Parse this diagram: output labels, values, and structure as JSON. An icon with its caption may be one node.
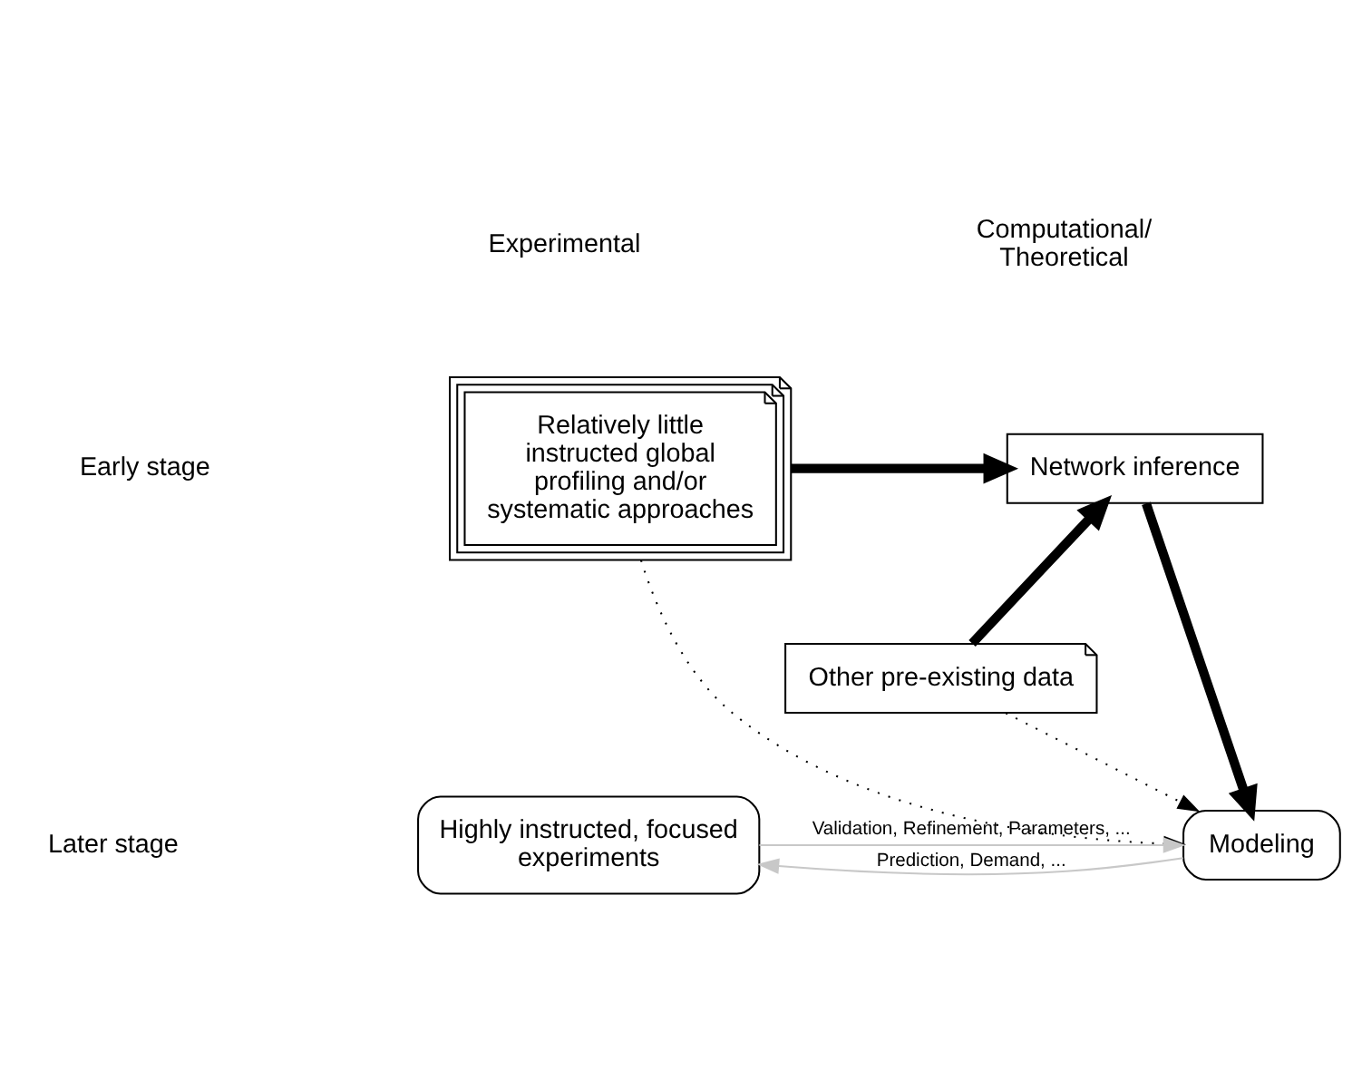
{
  "diagram": {
    "nodes": [
      {
        "text": [
          "Relatively little instructed global profiling and/or systematic approaches"
        ]
      },
      {
        "text": [
          "Other pre-existing data"
        ]
      },
      {
        "text": [
          "Network inference"
        ]
      },
      {
        "text": [
          "Highly instructed, focused experiments"
        ]
      },
      {
        "text": [
          "Modeling"
        ]
      }
    ],
    "edges": [
      {
        "from": 0,
        "to": 2,
        "arrow": "to",
        "style": "thick"
      },
      {
        "from": 1,
        "to": 2,
        "arrow": "to",
        "style": "thick"
      },
      {
        "from": 0,
        "to": 4,
        "arrow": "to",
        "style": "dashed"
      },
      {
        "from": 1,
        "to": 4,
        "arrow": "to",
        "style": "dashed"
      },
      {
        "from": 2,
        "to": 4,
        "arrow": "to",
        "style": "thick"
      },
      {
        "from": 3,
        "to": 4,
        "arrow": "to",
        "label": "Validation, Refinement, Parameters, ...",
        "color": "#c8c8c8"
      },
      {
        "from": 4,
        "to": 3,
        "arrow": "to",
        "label": "Prediction, Demand, ...",
        "color": "#c8c8c8"
      }
    ],
    "labels": [
      "Experimental",
      "Computational/ Theoretical",
      "Early stage",
      "Later stage"
    ]
  }
}
